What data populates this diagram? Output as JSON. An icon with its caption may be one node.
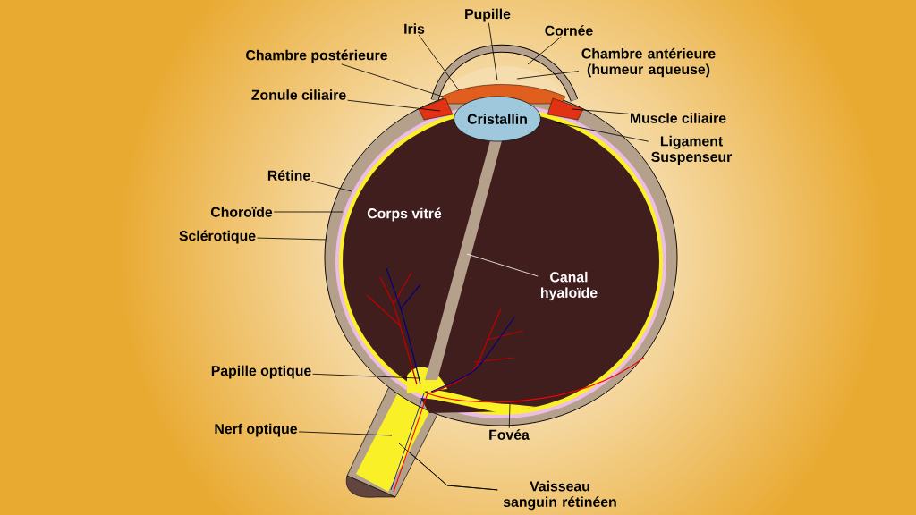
{
  "diagram": {
    "nodes": [
      {
        "text": [
          "Pupille"
        ]
      },
      {
        "text": [
          "Iris"
        ]
      },
      {
        "text": [
          "Cornée"
        ]
      },
      {
        "text": [
          "Chambre postérieure"
        ]
      },
      {
        "text": [
          "Chambre antérieure (humeur aqueuse)"
        ]
      },
      {
        "text": [
          "Zonule ciliaire"
        ]
      },
      {
        "text": [
          "Cristallin"
        ]
      },
      {
        "text": [
          "Muscle ciliaire"
        ]
      },
      {
        "text": [
          "Ligament Suspenseur"
        ]
      },
      {
        "text": [
          "Rétine"
        ]
      },
      {
        "text": [
          "Choroïde"
        ]
      },
      {
        "text": [
          "Sclérotique"
        ]
      },
      {
        "text": [
          "Canal hyaloïde"
        ]
      },
      {
        "text": [
          "Papille optique"
        ]
      },
      {
        "text": [
          "Nerf optique"
        ]
      },
      {
        "text": [
          "Fovéa"
        ]
      },
      {
        "text": [
          "Vaisseau sanguin rétinéen"
        ]
      }
    ],
    "edges": [
      {
        "from": 0,
        "to": null,
        "arrow": "none"
      },
      {
        "from": 1,
        "to": null,
        "arrow": "none"
      },
      {
        "from": 2,
        "to": null,
        "arrow": "none"
      },
      {
        "from": 3,
        "to": null,
        "arrow": "none"
      },
      {
        "from": 4,
        "to": null,
        "arrow": "none"
      },
      {
        "from": 5,
        "to": null,
        "arrow": "none"
      },
      {
        "from": 7,
        "to": null,
        "arrow": "none"
      },
      {
        "from": 8,
        "to": null,
        "arrow": "none"
      },
      {
        "from": 9,
        "to": null,
        "arrow": "none"
      },
      {
        "from": 10,
        "to": null,
        "arrow": "none"
      },
      {
        "from": 11,
        "to": null,
        "arrow": "none"
      },
      {
        "from": 12,
        "to": null,
        "arrow": "none",
        "color": "#ffffff"
      },
      {
        "from": 13,
        "to": null,
        "arrow": "none"
      },
      {
        "from": 14,
        "to": null,
        "arrow": "none"
      },
      {
        "from": 15,
        "to": null,
        "arrow": "none"
      },
      {
        "from": 16,
        "to": null,
        "arrow": "none"
      },
      {
        "from": 16,
        "to": null,
        "arrow": "none"
      }
    ],
    "labels": [
      "Corps vitré"
    ]
  }
}
